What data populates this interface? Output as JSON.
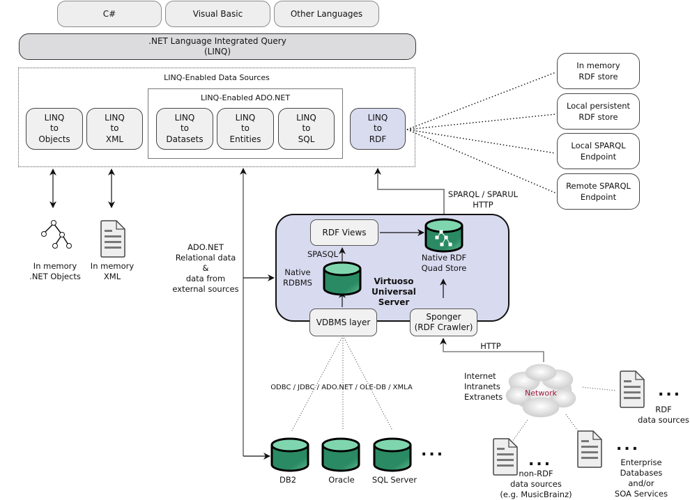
{
  "languages": [
    "C#",
    "Visual Basic",
    "Other Languages"
  ],
  "linq": {
    "title": ".NET Language Integrated Query\n(LINQ)"
  },
  "data_sources": {
    "frame_label": "LINQ-Enabled Data Sources",
    "ado_frame_label": "LINQ-Enabled ADO.NET",
    "providers": [
      {
        "label": "LINQ\nto\nObjects"
      },
      {
        "label": "LINQ\nto\nXML"
      },
      {
        "label": "LINQ\nto\nDatasets"
      },
      {
        "label": "LINQ\nto\nEntities"
      },
      {
        "label": "LINQ\nto\nSQL"
      },
      {
        "label": "LINQ\nto\nRDF"
      }
    ]
  },
  "rdf_targets": [
    "In memory\nRDF store",
    "Local persistent\nRDF store",
    "Local SPARQL\nEndpoint",
    "Remote SPARQL\nEndpoint"
  ],
  "memory_stores": {
    "objects_label": "In memory\n.NET Objects",
    "xml_label": "In memory\nXML"
  },
  "ado_label": "ADO.NET\nRelational data\n&\ndata from\nexternal sources",
  "sparql_label": "SPARQL / SPARUL\nHTTP",
  "virtuoso": {
    "title": "Virtuoso\nUniversal\nServer",
    "rdf_views": "RDF Views",
    "spasql": "SPASQL",
    "native_rdbms": "Native\nRDBMS",
    "quad_store": "Native RDF\nQuad Store",
    "vdbms": "VDBMS layer",
    "sponger": "Sponger\n(RDF Crawler)"
  },
  "connectivity_label": "ODBC / JDBC / ADO.NET / OLE-DB / XMLA",
  "databases": [
    "DB2",
    "Oracle",
    "SQL Server"
  ],
  "ellipsis": "...",
  "http_label": "HTTP",
  "network": {
    "label": "Network",
    "kinds": "Internet\nIntranets\nExtranets",
    "label_color": "#a01c3c"
  },
  "external_sources": {
    "rdf": "RDF\ndata sources",
    "non_rdf": "non-RDF\ndata sources\n(e.g. MusicBrainz)",
    "enterprise": "Enterprise\nDatabases\nand/or\nSOA Services"
  },
  "colors": {
    "rdf_fill": "#d9dbef",
    "virtuoso_fill": "#d8daef",
    "db_green": "#2a8a63",
    "db_top": "#7fd6ae"
  }
}
